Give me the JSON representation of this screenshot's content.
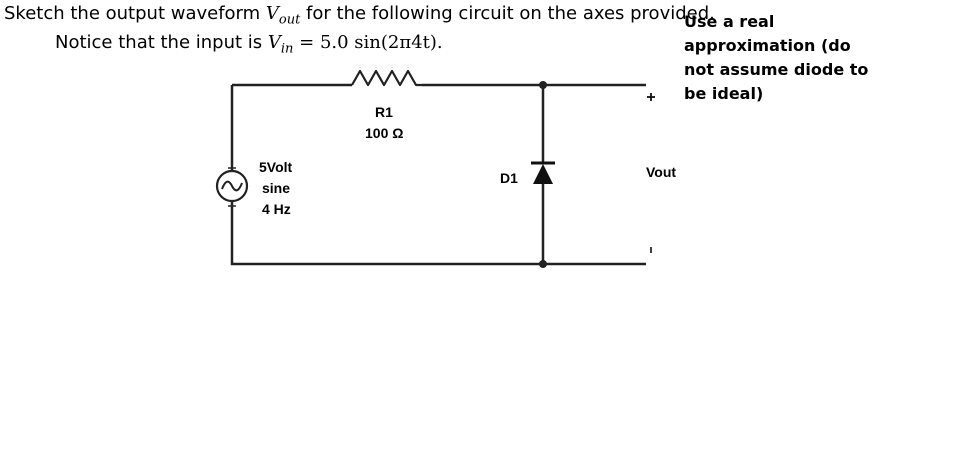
{
  "question": {
    "line1_prefix": "Sketch the output waveform ",
    "vout_var": "V",
    "vout_sub": "out",
    "line1_suffix": " for the following circuit on the axes provided.",
    "line2_prefix": "Notice that the input is ",
    "vin_var": "V",
    "vin_sub": "in",
    "vin_expr": "= 5.0 sin(2π4t)."
  },
  "note": "Use a real approximation (do not assume diode to be ideal)",
  "circuit": {
    "source": {
      "line1": "5Volt",
      "line2": "sine",
      "line3": "4 Hz",
      "icon": "ac-voltage-source-icon"
    },
    "resistor": {
      "name": "R1",
      "value": "100 Ω",
      "icon": "resistor-icon"
    },
    "diode": {
      "name": "D1",
      "icon": "diode-icon"
    },
    "output": {
      "label": "Vout",
      "plus": "+",
      "minus": "-"
    }
  }
}
